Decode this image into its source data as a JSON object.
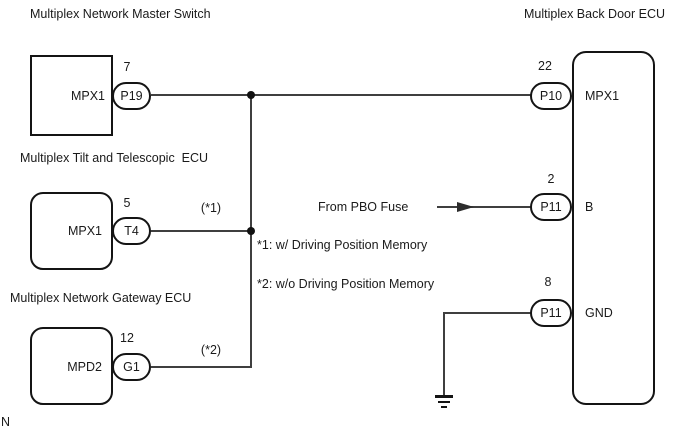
{
  "titles": {
    "master_switch": "Multiplex Network Master Switch",
    "tilt_telescopic": "Multiplex Tilt and Telescopic  ECU",
    "gateway": "Multiplex Network Gateway ECU",
    "back_door": "Multiplex Back Door ECU"
  },
  "components": {
    "master_switch": {
      "label": "MPX1",
      "pin": "7",
      "terminal": "P19"
    },
    "tilt_telescopic": {
      "label": "MPX1",
      "pin": "5",
      "terminal": "T4",
      "wire_note": "(*1)"
    },
    "gateway": {
      "label": "MPD2",
      "pin": "12",
      "terminal": "G1",
      "wire_note": "(*2)"
    },
    "back_door": {
      "terminals": [
        {
          "pin": "22",
          "terminal": "P10",
          "label": "MPX1"
        },
        {
          "pin": "2",
          "terminal": "P11",
          "label": "B"
        },
        {
          "pin": "8",
          "terminal": "P11",
          "label": "GND"
        }
      ]
    }
  },
  "annotations": {
    "fuse_source": "From PBO Fuse",
    "note1": "*1: w/ Driving Position Memory",
    "note2": "*2: w/o Driving Position Memory",
    "corner_mark": "N"
  },
  "colors": {
    "line": "#3f3f3f",
    "outline": "#141414",
    "text": "#1a1a1a",
    "background": "#ffffff"
  }
}
